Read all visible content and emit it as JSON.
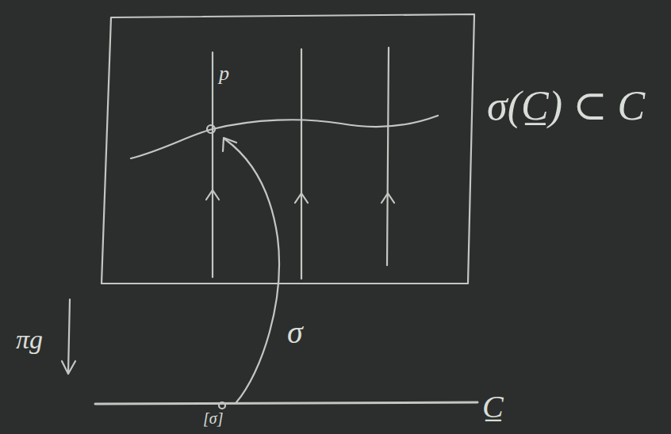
{
  "diagram": {
    "labels": [
      "p",
      "σ(C̲) ⊂ C",
      "σ",
      "πg",
      "[σ]",
      "C̲"
    ]
  }
}
